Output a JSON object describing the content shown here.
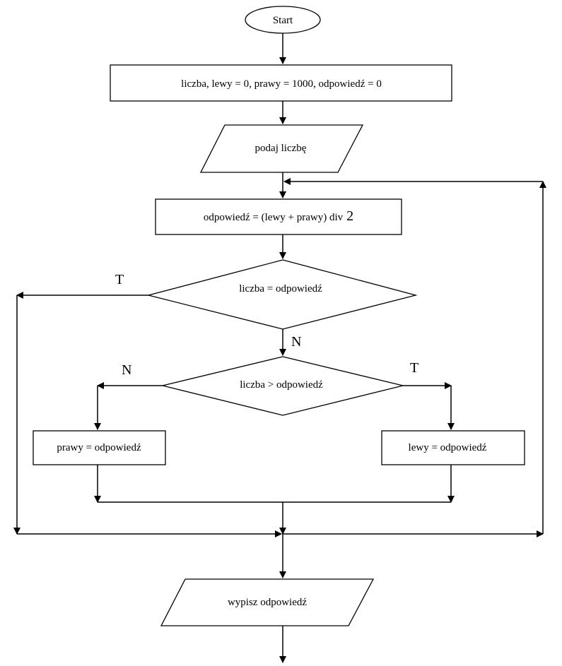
{
  "colors": {
    "stroke": "#000000",
    "background": "#ffffff"
  },
  "nodes": {
    "start": "Start",
    "init": "liczba, lewy = 0, prawy = 1000, odpowiedź = 0",
    "input": "podaj liczbę",
    "compute": "odpowiedź = (lewy + prawy) div",
    "compute_num": "2",
    "decision_equal": "liczba = odpowiedź",
    "decision_greater": "liczba > odpowiedź",
    "assign_prawy": "prawy = odpowiedź",
    "assign_lewy": "lewy = odpowiedź",
    "output": "wypisz odpowiedź"
  },
  "edge_labels": {
    "equal_true": "T",
    "equal_false": "N",
    "greater_false": "N",
    "greater_true": "T"
  }
}
